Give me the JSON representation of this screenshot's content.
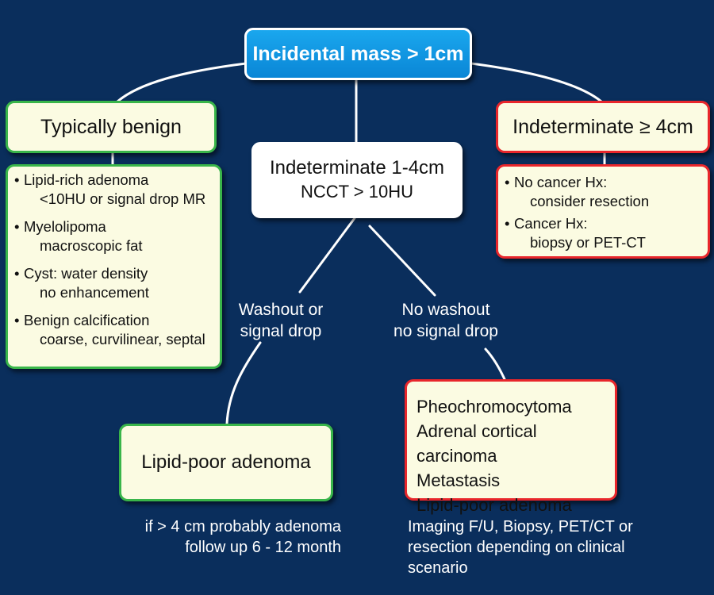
{
  "root": {
    "label": "Incidental mass > 1cm"
  },
  "benign": {
    "title": "Typically benign",
    "items": [
      {
        "main": "Lipid-rich adenoma",
        "sub": "<10HU or signal drop MR"
      },
      {
        "main": "Myelolipoma",
        "sub": "macroscopic fat"
      },
      {
        "main": "Cyst: water density",
        "sub": "no enhancement"
      },
      {
        "main": "Benign calcification",
        "sub": "coarse, curvilinear, septal"
      }
    ]
  },
  "indeterminate_small": {
    "line1": "Indeterminate 1-4cm",
    "line2": "NCCT > 10HU"
  },
  "indeterminate_large": {
    "title": "Indeterminate ≥ 4cm",
    "items": [
      {
        "main": "No cancer Hx:",
        "sub": "consider resection"
      },
      {
        "main": "Cancer Hx:",
        "sub": "biopsy or PET-CT"
      }
    ]
  },
  "branch_washout": {
    "line1": "Washout or",
    "line2": "signal drop"
  },
  "branch_no_washout": {
    "line1": "No washout",
    "line2": "no signal drop"
  },
  "lipid_poor": {
    "label": "Lipid-poor adenoma"
  },
  "differential": {
    "items": [
      "Pheochromocytoma",
      "Adrenal cortical carcinoma",
      "Metastasis",
      "Lipid-poor adenoma"
    ]
  },
  "note_left": {
    "line1": "if > 4 cm probably adenoma",
    "line2": "follow up 6 - 12 month"
  },
  "note_right": {
    "line1": "Imaging F/U, Biopsy, PET/CT or",
    "line2": "resection depending on clinical",
    "line3": "scenario"
  }
}
